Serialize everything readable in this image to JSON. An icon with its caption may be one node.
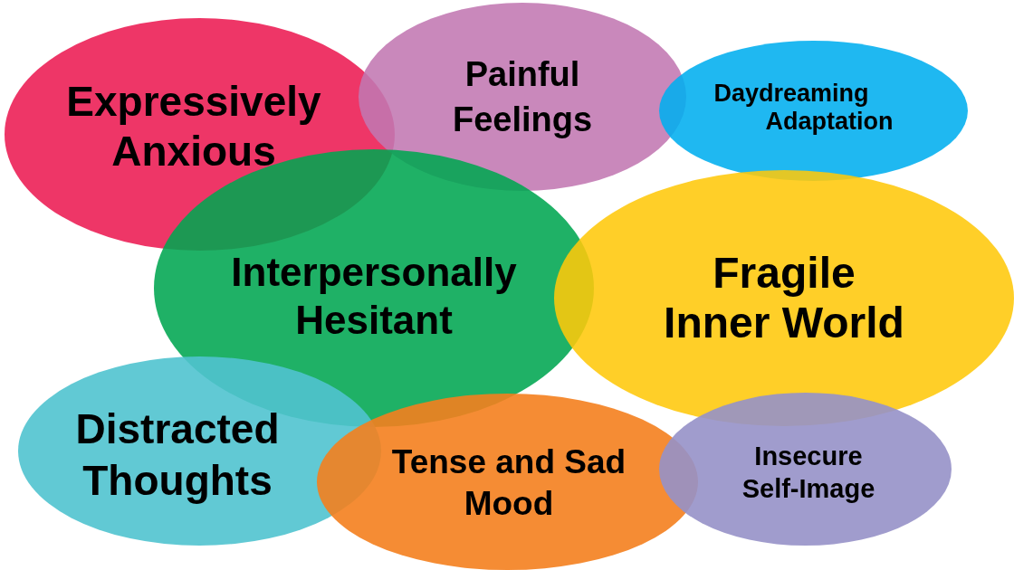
{
  "diagram": {
    "nodes": [
      {
        "text": [
          "Expressively Anxious"
        ]
      },
      {
        "text": [
          "Painful Feelings"
        ]
      },
      {
        "text": [
          "Daydreaming Adaptation"
        ]
      },
      {
        "text": [
          "Interpersonally Hesitant"
        ]
      },
      {
        "text": [
          "Fragile Inner World"
        ]
      },
      {
        "text": [
          "Distracted Thoughts"
        ]
      },
      {
        "text": [
          "Tense and Sad Mood"
        ]
      },
      {
        "text": [
          "Insecure Self-Image"
        ]
      }
    ]
  }
}
